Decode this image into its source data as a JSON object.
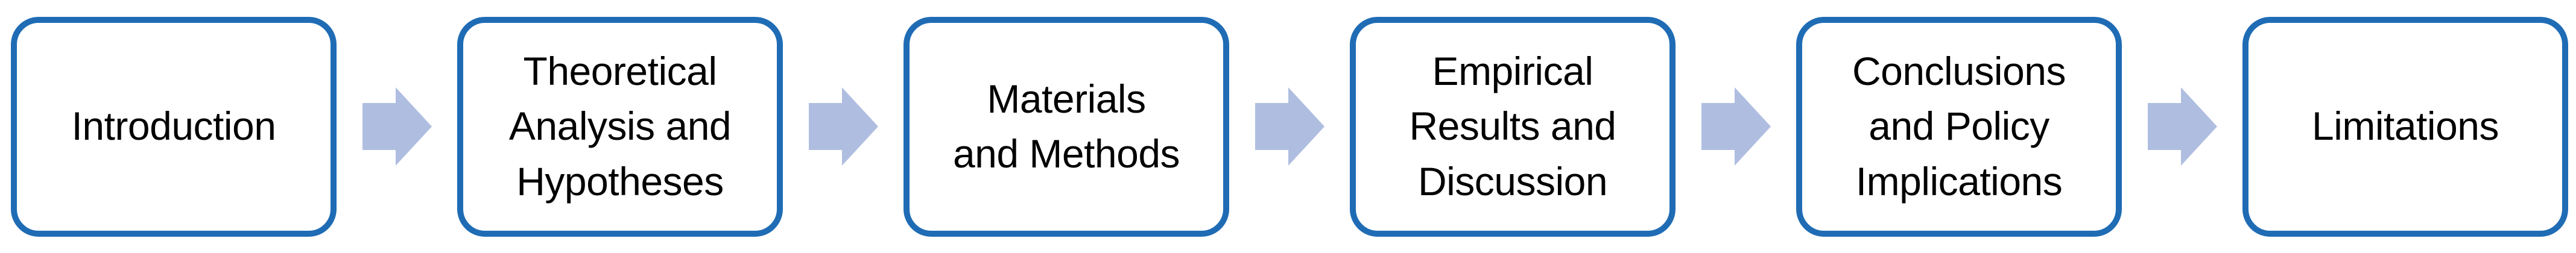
{
  "flowchart": {
    "description": "Research paper structure flow diagram",
    "steps": [
      {
        "id": "introduction",
        "label": "Introduction"
      },
      {
        "id": "theoretical-analysis-hypotheses",
        "label": "Theoretical\nAnalysis and\nHypotheses"
      },
      {
        "id": "materials-methods",
        "label": "Materials\nand Methods"
      },
      {
        "id": "empirical-results-discussion",
        "label": "Empirical\nResults and\nDiscussion"
      },
      {
        "id": "conclusions-policy-implications",
        "label": "Conclusions\nand Policy\nImplications"
      },
      {
        "id": "limitations",
        "label": "Limitations"
      }
    ],
    "connector_icon": "right-block-arrow",
    "colors": {
      "box_border": "#1F6CB5",
      "box_fill": "#FFFFFF",
      "arrow_fill": "#AFBEE0",
      "text": "#000000",
      "background": "#FFFFFF"
    }
  }
}
